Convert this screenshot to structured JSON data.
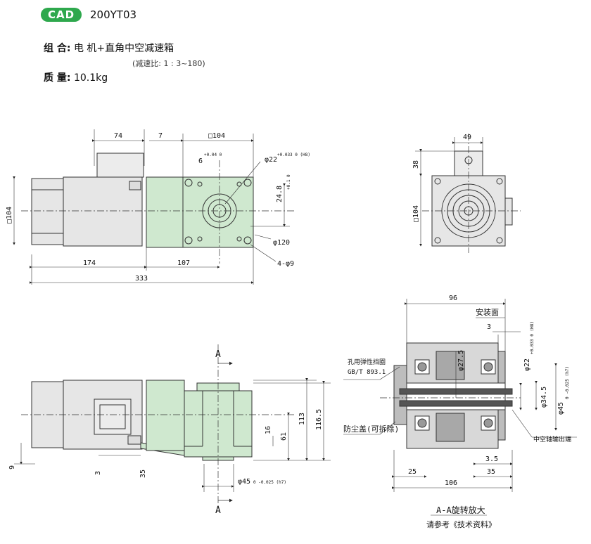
{
  "header": {
    "badge": "CAD",
    "model": "200YT03",
    "composition_label": "组 合:",
    "composition_value": "电 机+直角中空减速箱",
    "ratio_note": "(减速比: 1 : 3~180)",
    "mass_label": "质 量:",
    "mass_value": "10.1kg"
  },
  "colors": {
    "housing": "#cfe8cf",
    "badge": "#2ea84d",
    "motor": "#e6e6e6"
  },
  "top_view": {
    "dims": {
      "d74": "74",
      "d7": "7",
      "d104": "□104",
      "d6": "6",
      "d6_tol": "+0.04 0",
      "d22": "φ22",
      "d22_tol": "+0.033 0 (H8)",
      "d248": "24.8",
      "d248_tol": "+0.1 0",
      "d120": "φ120",
      "holes": "4-φ9",
      "d104v": "□104",
      "d174": "174",
      "d107": "107",
      "d333": "333"
    }
  },
  "end_view": {
    "dims": {
      "d49": "49",
      "d38": "38",
      "d104": "□104"
    }
  },
  "side_view": {
    "dims": {
      "d113": "113",
      "d1165": "116.5",
      "d61": "61",
      "d16": "16",
      "d9": "9",
      "d3": "3",
      "d35": "35",
      "d45": "φ45",
      "d45_tol": "0 -0.025 (h7)",
      "sectionA": "A"
    }
  },
  "section_view": {
    "labels": {
      "mount_face": "安装面",
      "snap_ring": "孔用弹性挡圈",
      "snap_std": "GB/T 893.1",
      "dust_cap": "防尘盖(可拆除)",
      "output_end": "中空轴输出端",
      "title": "A-A旋转放大",
      "ref": "请参考《技术资料》"
    },
    "dims": {
      "d96": "96",
      "d3": "3",
      "d275": "φ27.5",
      "d22": "φ22",
      "d22_tol": "+0.033 0 (H8)",
      "d345": "φ34.5",
      "d45": "φ45",
      "d45_tol": "0 -0.025 (h7)",
      "d35a": "3.5",
      "d35b": "35",
      "d25": "25",
      "d106": "106"
    }
  }
}
